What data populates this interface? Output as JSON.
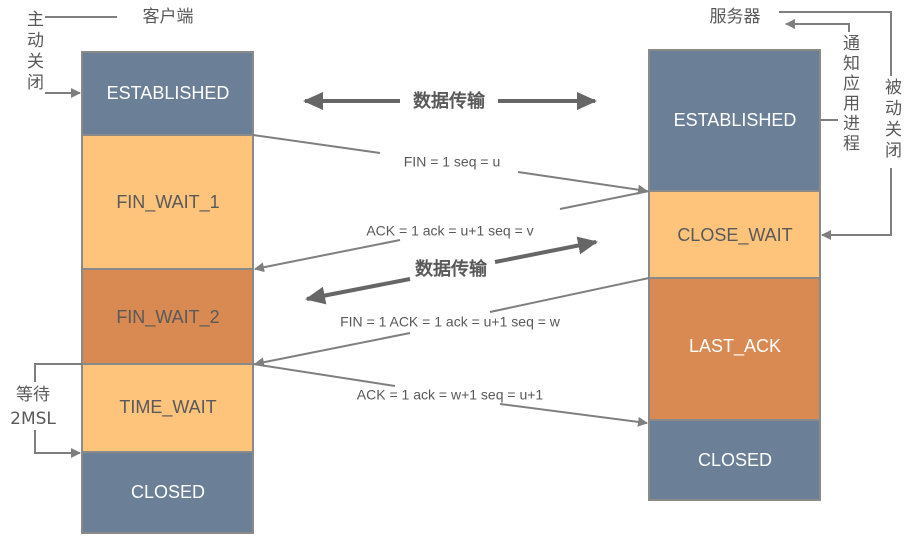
{
  "colors": {
    "established": "#6b7f96",
    "wait_light": "#fec47c",
    "wait_dark": "#d98a52",
    "closed": "#6b7f96",
    "line": "#7f7f7f"
  },
  "client": {
    "title": "客户端",
    "annotation": "主动关闭",
    "wait_annotation": [
      "等待",
      "2MSL"
    ],
    "states": [
      "ESTABLISHED",
      "FIN_WAIT_1",
      "FIN_WAIT_2",
      "TIME_WAIT",
      "CLOSED"
    ]
  },
  "server": {
    "title": "服务器",
    "notify_annotation": "通知应用进程",
    "passive_annotation": "被动关闭",
    "states": [
      "ESTABLISHED",
      "CLOSE_WAIT",
      "LAST_ACK",
      "CLOSED"
    ]
  },
  "messages": [
    {
      "label": "FIN = 1 seq = u",
      "direction": "client-to-server"
    },
    {
      "label": "ACK = 1 ack = u+1 seq = v",
      "direction": "server-to-client"
    },
    {
      "label": "FIN = 1 ACK = 1 ack = u+1 seq = w",
      "direction": "server-to-client"
    },
    {
      "label": "ACK = 1 ack = w+1 seq = u+1",
      "direction": "client-to-server"
    }
  ],
  "data_transfer": {
    "label": "数据传输"
  }
}
